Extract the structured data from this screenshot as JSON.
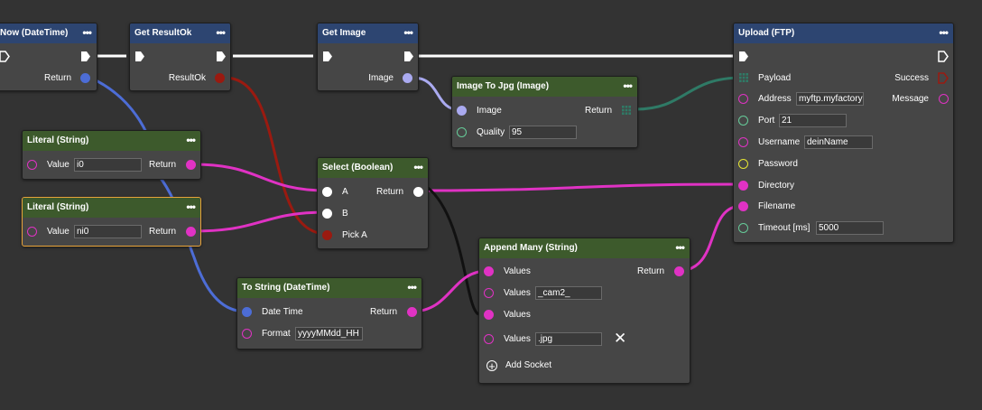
{
  "menu_glyph": "•••",
  "colors": {
    "datetime": "#4d6dd6",
    "string": "#e032c4",
    "boolean": "#ffffff",
    "resultok": "#9a1a10",
    "image": "#aaaaf0",
    "jpg": "#2f7a66",
    "number": "#66cc99",
    "password": "#e6e633",
    "exec": "#ffffff"
  },
  "nodes": {
    "now": {
      "title": "Now (DateTime)",
      "return_label": "Return"
    },
    "get_resultok": {
      "title": "Get ResultOk",
      "return_label": "ResultOk"
    },
    "get_image": {
      "title": "Get Image",
      "return_label": "Image"
    },
    "image_to_jpg": {
      "title": "Image To Jpg (Image)",
      "image_label": "Image",
      "return_label": "Return",
      "quality_label": "Quality",
      "quality_value": "95"
    },
    "literal1": {
      "title": "Literal (String)",
      "value_label": "Value",
      "value": "i0",
      "return_label": "Return"
    },
    "literal2": {
      "title": "Literal (String)",
      "value_label": "Value",
      "value": "ni0",
      "return_label": "Return"
    },
    "select_bool": {
      "title": "Select (Boolean)",
      "a_label": "A",
      "b_label": "B",
      "pick_label": "Pick A",
      "return_label": "Return"
    },
    "to_string": {
      "title": "To String (DateTime)",
      "date_label": "Date Time",
      "return_label": "Return",
      "format_label": "Format",
      "format_value": "yyyyMMdd_HH"
    },
    "append_many": {
      "title": "Append Many (String)",
      "values_label": "Values",
      "return_label": "Return",
      "value2": "_cam2_",
      "value4": ".jpg",
      "remove_glyph": "✕",
      "add_glyph": "+",
      "add_label": "Add Socket"
    },
    "upload_ftp": {
      "title": "Upload (FTP)",
      "payload_label": "Payload",
      "success_label": "Success",
      "address_label": "Address",
      "address_value": "myftp.myfactory",
      "message_label": "Message",
      "port_label": "Port",
      "port_value": "21",
      "username_label": "Username",
      "username_value": "deinName",
      "password_label": "Password",
      "directory_label": "Directory",
      "filename_label": "Filename",
      "timeout_label": "Timeout [ms]",
      "timeout_value": "5000"
    }
  }
}
